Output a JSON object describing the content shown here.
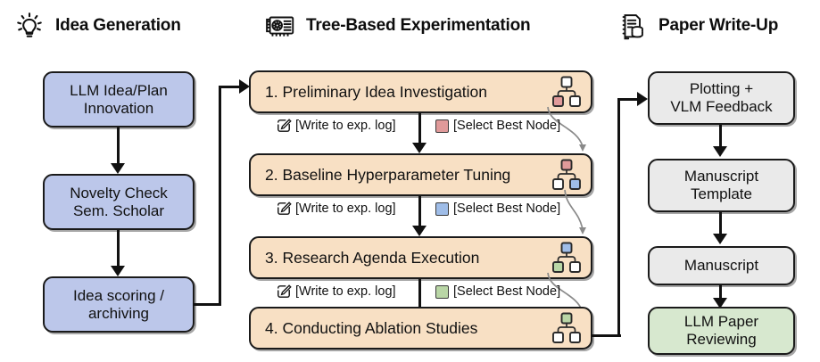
{
  "columns": [
    {
      "title": "Idea Generation",
      "icon": "lightbulb-icon"
    },
    {
      "title": "Tree-Based Experimentation",
      "icon": "gpu-card-icon"
    },
    {
      "title": "Paper Write-Up",
      "icon": "document-database-icon"
    }
  ],
  "ideation": {
    "boxes": [
      {
        "label": "LLM Idea/Plan\nInnovation",
        "color": "#bcc7ea"
      },
      {
        "label": "Novelty Check\nSem. Scholar",
        "color": "#bcc7ea"
      },
      {
        "label": "Idea scoring /\narchiving",
        "color": "#bcc7ea"
      }
    ]
  },
  "experimentation": {
    "stages": [
      {
        "label": "1.  Preliminary Idea Investigation",
        "color": "#f8e0c4",
        "tree": {
          "root": "#ffffff",
          "left": "#e09a9a",
          "right": "#ffffff",
          "root_on_top": true
        }
      },
      {
        "label": "2.  Baseline Hyperparameter Tuning",
        "color": "#f8e0c4",
        "tree": {
          "root": "#e09a9a",
          "left": "#ffffff",
          "right": "#9fbde8",
          "root_on_top": true
        }
      },
      {
        "label": "3.  Research Agenda Execution",
        "color": "#f8e0c4",
        "tree": {
          "root": "#9fbde8",
          "left": "#b9d6a6",
          "right": "#ffffff",
          "root_on_top": true
        }
      },
      {
        "label": "4.  Conducting Ablation Studies",
        "color": "#f8e0c4",
        "tree": {
          "root": "#b9d6a6",
          "left": "#ffffff",
          "right": "#ffffff",
          "root_on_top": true
        }
      }
    ],
    "captions": [
      {
        "write_label": "[Write to exp. log]",
        "select_label": "[Select Best Node]",
        "select_color": "#e09a9a"
      },
      {
        "write_label": "[Write to exp. log]",
        "select_label": "[Select Best Node]",
        "select_color": "#9fbde8"
      },
      {
        "write_label": "[Write to exp. log]",
        "select_label": "[Select Best Node]",
        "select_color": "#b9d6a6"
      }
    ]
  },
  "writeup": {
    "boxes": [
      {
        "label": "Plotting +\nVLM Feedback",
        "color": "#eaeaea"
      },
      {
        "label": "Manuscript\nTemplate",
        "color": "#eaeaea"
      },
      {
        "label": "Manuscript",
        "color": "#eaeaea"
      },
      {
        "label": "LLM Paper\nReviewing",
        "color": "#d7e8cf"
      }
    ]
  },
  "palette": {
    "blue": "#bcc7ea",
    "orange": "#f8e0c4",
    "grey": "#eaeaea",
    "green": "#d7e8cf",
    "stroke": "#1a1a1a",
    "node_red": "#e09a9a",
    "node_blue": "#9fbde8",
    "node_green": "#b9d6a6"
  }
}
